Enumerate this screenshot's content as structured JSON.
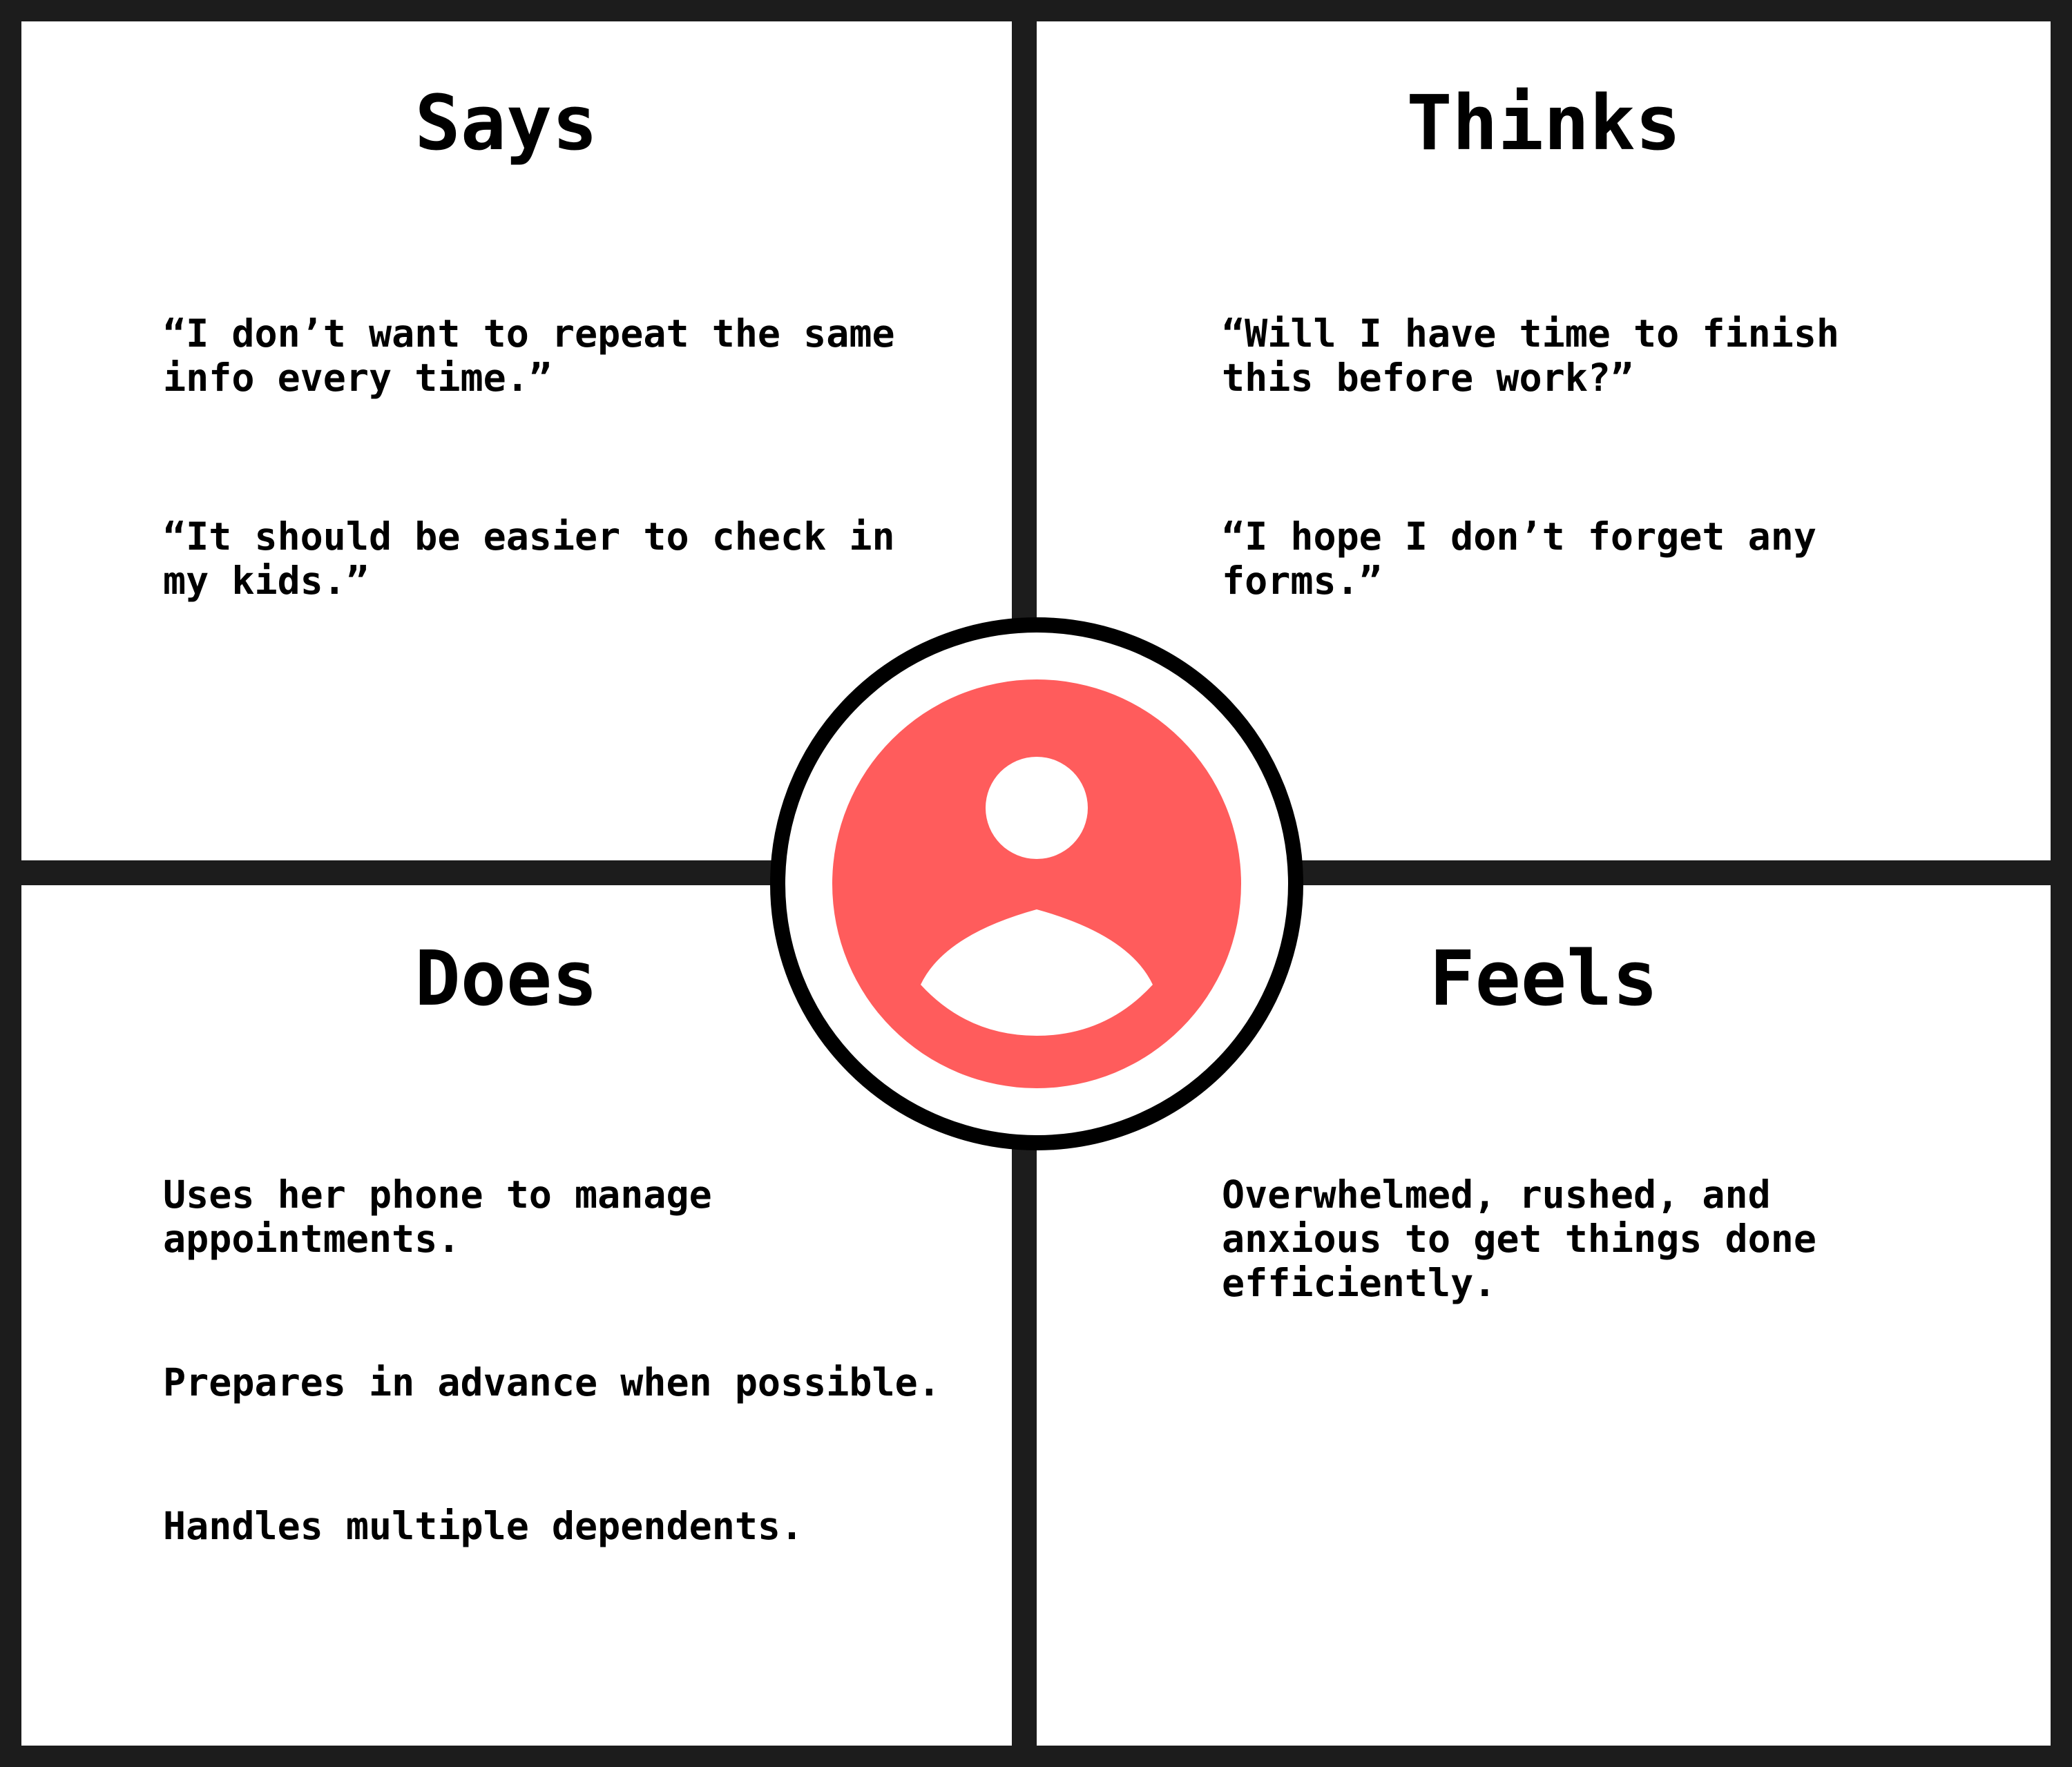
{
  "colors": {
    "frame": "#1c1c1c",
    "panel": "#ffffff",
    "accent": "#ff5c5c",
    "ring": "#000000"
  },
  "quadrants": {
    "says": {
      "title": "Says",
      "items": [
        "“I don’t want to repeat the same info every time.”",
        "“It should be easier to check in my kids.”"
      ]
    },
    "thinks": {
      "title": "Thinks",
      "items": [
        "“Will I have time to finish this before work?”",
        "“I hope I don’t forget any forms.”"
      ]
    },
    "does": {
      "title": "Does",
      "items": [
        "Uses her phone to manage appointments.",
        "Prepares in advance when possible.",
        "Handles multiple dependents."
      ]
    },
    "feels": {
      "title": "Feels",
      "items": [
        "Overwhelmed, rushed, and anxious to get things done efficiently."
      ]
    }
  },
  "persona": {
    "icon": "user-avatar-icon"
  }
}
